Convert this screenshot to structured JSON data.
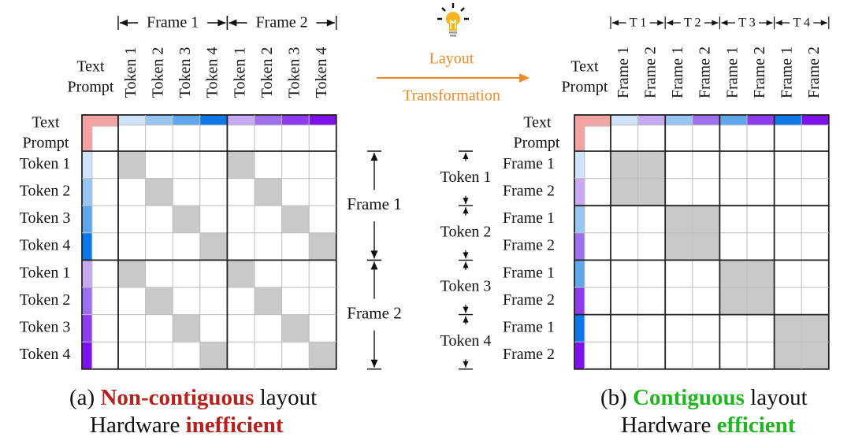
{
  "colors": {
    "text_prompt": "#f4a3a3",
    "token1": "#cfe4fa",
    "token2": "#98c6f3",
    "token3": "#5ea7ec",
    "token4": "#0a78e8",
    "frame1_token": "#c7a8f3",
    "frame2_token": "#a06ff0",
    "frame3_token": "#8e3cf0",
    "frame4_token": "#7d12ee",
    "attention_cell": "#c9c9c9",
    "arrow": "#f08a24",
    "bulb": "#f7b51e",
    "grid_thin": "#bdbdbd",
    "grid_thick": "#222222"
  },
  "left": {
    "top_frames": [
      "Frame 1",
      "Frame 2"
    ],
    "column_tokens": [
      "Token 1",
      "Token 2",
      "Token 3",
      "Token 4",
      "Token 1",
      "Token 2",
      "Token 3",
      "Token 4"
    ],
    "row_tokens": [
      "Token 1",
      "Token 2",
      "Token 3",
      "Token 4",
      "Token 1",
      "Token 2",
      "Token 3",
      "Token 4"
    ],
    "text_prompt": [
      "Text",
      "Prompt"
    ],
    "side_frames": [
      "Frame 1",
      "Frame 2"
    ],
    "filled_cells": [
      [
        0,
        0
      ],
      [
        0,
        4
      ],
      [
        1,
        1
      ],
      [
        1,
        5
      ],
      [
        2,
        2
      ],
      [
        2,
        6
      ],
      [
        3,
        3
      ],
      [
        3,
        7
      ],
      [
        4,
        0
      ],
      [
        4,
        4
      ],
      [
        5,
        1
      ],
      [
        5,
        5
      ],
      [
        6,
        2
      ],
      [
        6,
        6
      ],
      [
        7,
        3
      ],
      [
        7,
        7
      ]
    ],
    "caption_prefix": "(a) ",
    "caption_highlight": "Non-contiguous",
    "caption_suffix": " layout",
    "caption2_prefix": "Hardware ",
    "caption2_highlight": "inefficient"
  },
  "middle": {
    "arrow_label_1": "Layout",
    "arrow_label_2": "Transformation",
    "bulb_icon": "lightbulb-icon",
    "side_tokens": [
      "Token 1",
      "Token 2",
      "Token 3",
      "Token 4"
    ]
  },
  "right": {
    "top_tokens": [
      "T 1",
      "T 2",
      "T 3",
      "T 4"
    ],
    "column_frames": [
      "Frame 1",
      "Frame 2",
      "Frame 1",
      "Frame 2",
      "Frame 1",
      "Frame 2",
      "Frame 1",
      "Frame 2"
    ],
    "row_frames": [
      "Frame 1",
      "Frame 2",
      "Frame 1",
      "Frame 2",
      "Frame 1",
      "Frame 2",
      "Frame 1",
      "Frame 2"
    ],
    "text_prompt": [
      "Text",
      "Prompt"
    ],
    "filled_cells": [
      [
        0,
        0
      ],
      [
        0,
        1
      ],
      [
        1,
        0
      ],
      [
        1,
        1
      ],
      [
        2,
        2
      ],
      [
        2,
        3
      ],
      [
        3,
        2
      ],
      [
        3,
        3
      ],
      [
        4,
        4
      ],
      [
        4,
        5
      ],
      [
        5,
        4
      ],
      [
        5,
        5
      ],
      [
        6,
        6
      ],
      [
        6,
        7
      ],
      [
        7,
        6
      ],
      [
        7,
        7
      ]
    ],
    "caption_prefix": "(b) ",
    "caption_highlight": "Contiguous",
    "caption_suffix": " layout",
    "caption2_prefix": "Hardware ",
    "caption2_highlight": "efficient"
  }
}
